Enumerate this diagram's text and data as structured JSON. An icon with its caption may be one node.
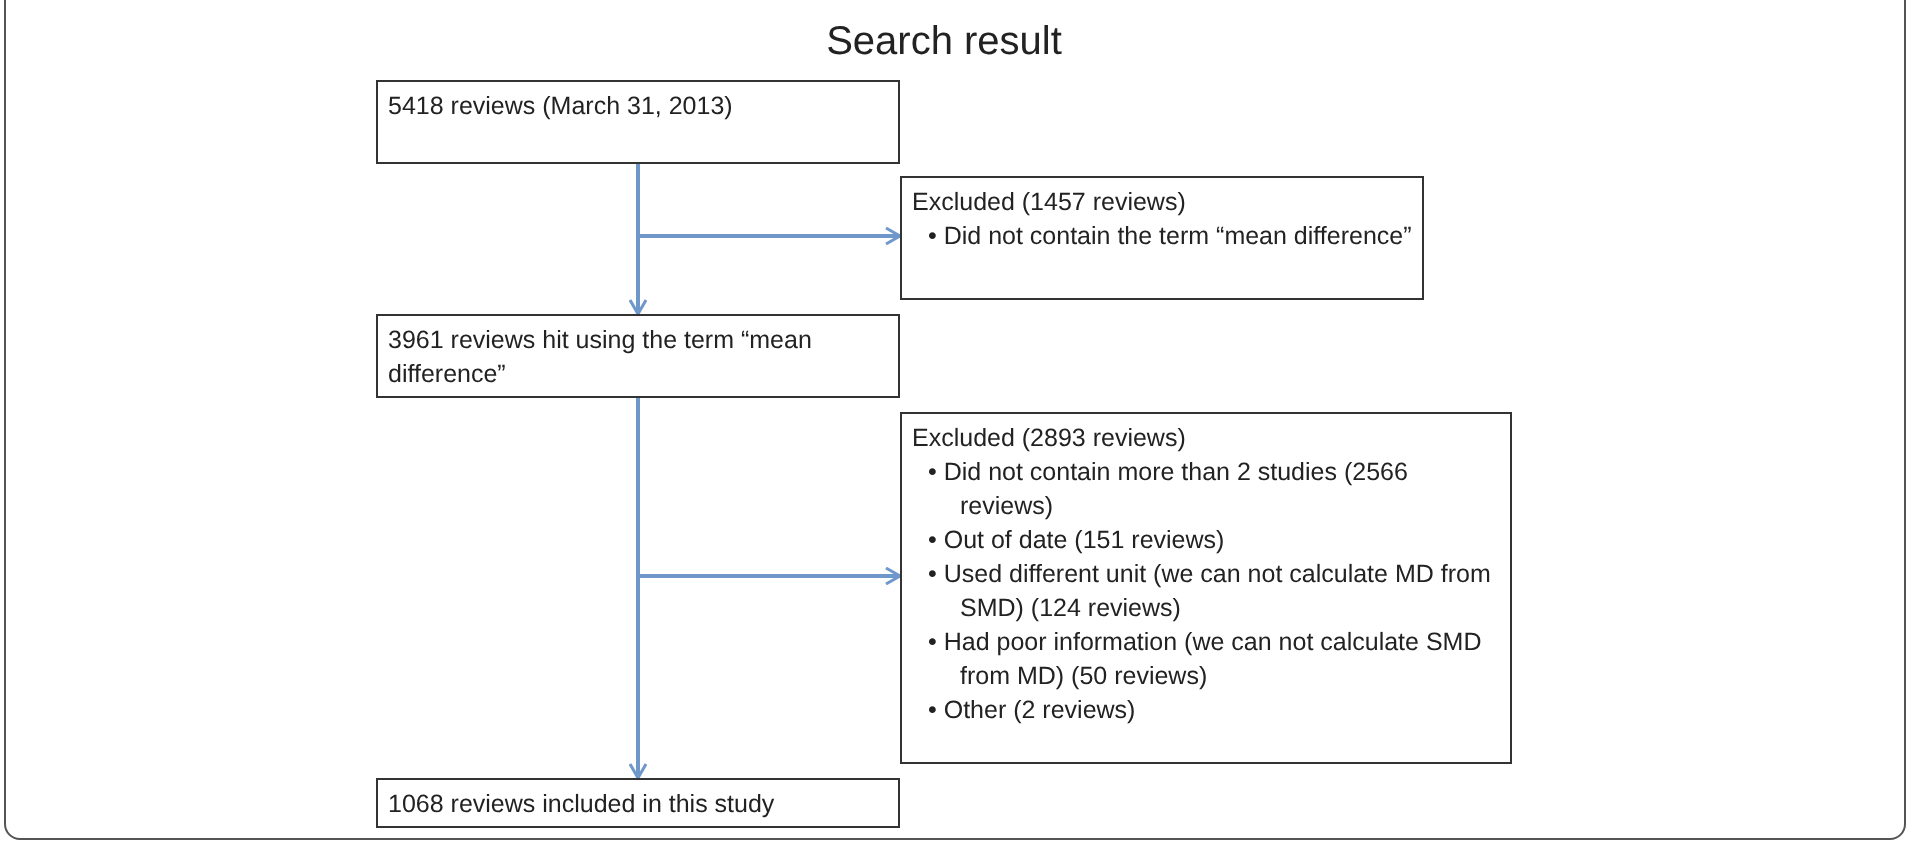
{
  "diagram": {
    "title": "Search result",
    "nodes": [
      {
        "text": [
          "5418 reviews (March 31, 2013)"
        ]
      },
      {
        "text": [
          "Excluded (1457 reviews)",
          "• Did not contain the term “mean difference”"
        ]
      },
      {
        "text": [
          "3961 reviews hit using the term “mean difference”"
        ]
      },
      {
        "text": [
          "Excluded (2893 reviews)",
          "• Did not contain more than 2 studies (2566 reviews)",
          "• Out of date (151 reviews)",
          "• Used different unit (we can not calculate MD from SMD) (124 reviews)",
          "• Had poor information (we can not calculate SMD from MD) (50 reviews)",
          "• Other (2 reviews)"
        ]
      },
      {
        "text": [
          "1068 reviews included in this study"
        ]
      }
    ],
    "edges": [
      {
        "from": 0,
        "to": 2,
        "arrow": "to"
      },
      {
        "from": 0,
        "to": 1,
        "arrow": "to"
      },
      {
        "from": 2,
        "to": 4,
        "arrow": "to"
      },
      {
        "from": 2,
        "to": 3,
        "arrow": "to"
      }
    ]
  }
}
